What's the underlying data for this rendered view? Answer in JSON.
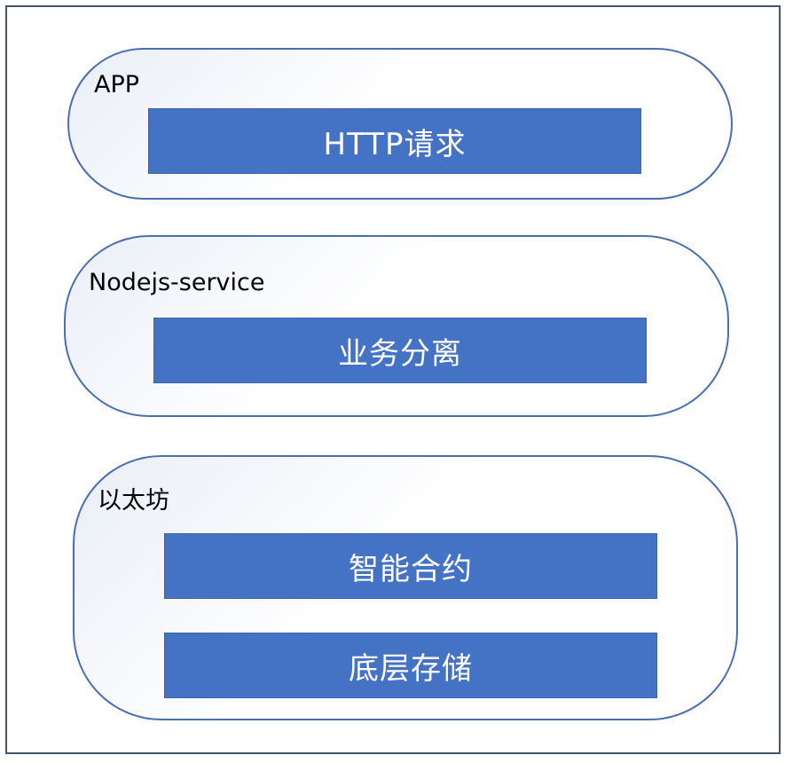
{
  "layers": [
    {
      "title": "APP",
      "blocks": [
        "HTTP请求"
      ]
    },
    {
      "title": "Nodejs-service",
      "blocks": [
        "业务分离"
      ]
    },
    {
      "title": "以太坊",
      "blocks": [
        "智能合约",
        "底层存储"
      ]
    }
  ],
  "colors": {
    "block_fill": "#4472c4",
    "layer_border": "#4a6fb0",
    "frame_border": "#44546a",
    "block_text": "#ffffff"
  }
}
